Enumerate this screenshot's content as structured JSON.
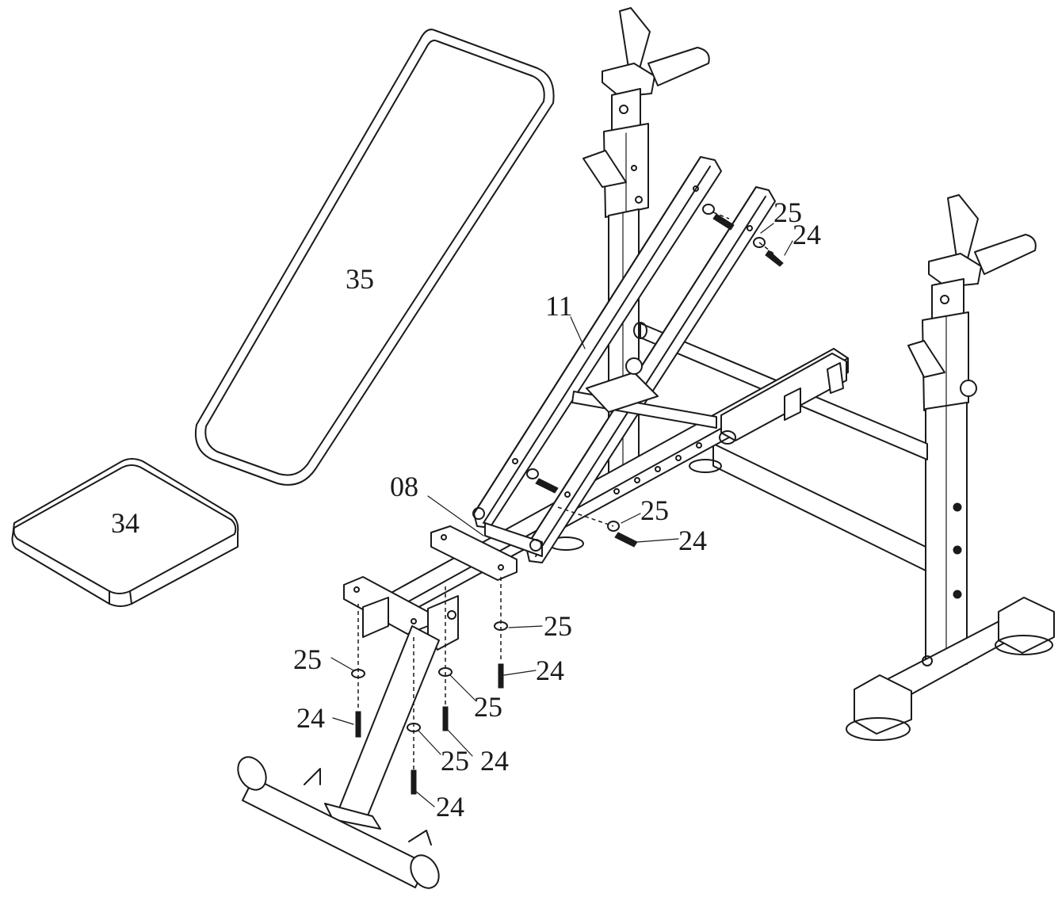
{
  "labels": {
    "seat_pad": "34",
    "back_pad": "35",
    "front_tube": "08",
    "back_frame": "11",
    "washer": "25",
    "bolt": "24"
  }
}
